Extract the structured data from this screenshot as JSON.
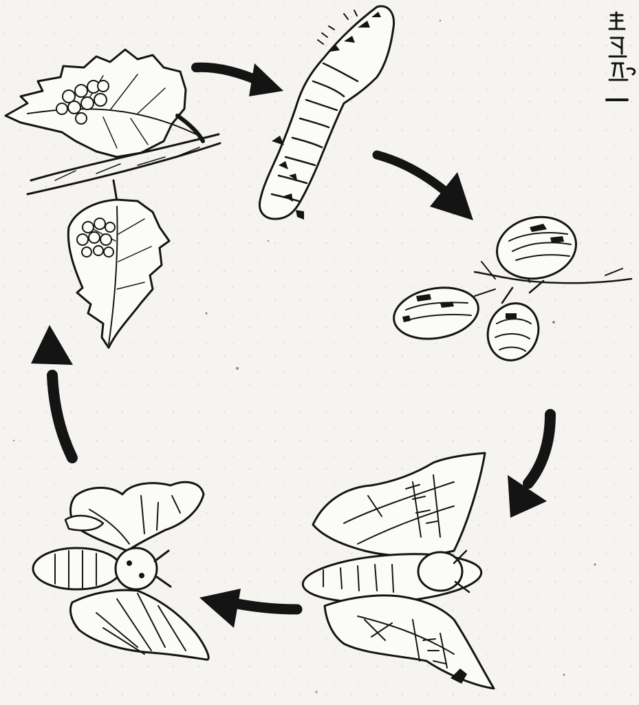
{
  "diagram": {
    "stages": [
      {
        "id": "eggs",
        "icon": "eggs-on-leaves-icon"
      },
      {
        "id": "larva",
        "icon": "caterpillar-icon"
      },
      {
        "id": "cocoons",
        "icon": "cocoons-icon"
      },
      {
        "id": "moth",
        "icon": "moth-icon"
      },
      {
        "id": "moth-emerging",
        "icon": "moth-small-icon"
      }
    ],
    "arrows": [
      "eggs-to-larva",
      "larva-to-cocoons",
      "cocoons-to-moth",
      "moth-to-moth",
      "moth-to-eggs"
    ],
    "colors": {
      "ink": "#141414",
      "paper": "#f5f4f0"
    }
  }
}
